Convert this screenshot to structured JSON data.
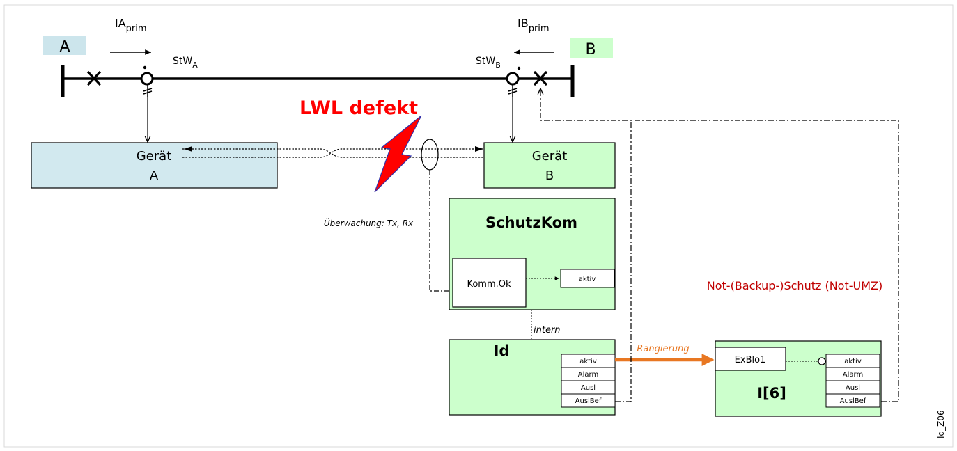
{
  "busbar": {
    "label_a": "A",
    "label_b": "B",
    "current_a_main": "IA",
    "current_a_sub": "prim",
    "current_b_main": "IB",
    "current_b_sub": "prim",
    "ct_a_main": "StW",
    "ct_a_sub": "A",
    "ct_b_main": "StW",
    "ct_b_sub": "B"
  },
  "fault_label": "LWL defekt",
  "monitoring_label": "Überwachung: Tx, Rx",
  "device_a": {
    "line1": "Gerät",
    "line2": "A"
  },
  "device_b": {
    "line1": "Gerät",
    "line2": "B"
  },
  "schutzkom": {
    "title": "SchutzKom",
    "input_label": "Komm.Ok",
    "output_label": "aktiv"
  },
  "intern_label": "intern",
  "id_block": {
    "title": "Id",
    "outputs": [
      "aktiv",
      "Alarm",
      "Ausl",
      "AuslBef"
    ]
  },
  "rangierung_label": "Rangierung",
  "backup_label": "Not-(Backup-)Schutz (Not-UMZ)",
  "i6_block": {
    "title": "I[6]",
    "input_label": "ExBlo1",
    "outputs": [
      "aktiv",
      "Alarm",
      "Ausl",
      "AuslBef"
    ]
  },
  "figure_id": "Id_Z06",
  "colors": {
    "device_a_fill": "#d2e9ef",
    "green_fill": "#ccffcc",
    "label_a_fill": "#cce5ec",
    "label_b_fill": "#ccffcc",
    "fault_text": "#ff0000",
    "bolt_fill": "#ff0000",
    "bolt_edge": "#3333aa",
    "arrow_orange": "#e87722",
    "rangierung_text": "#e87722",
    "backup_text": "#c00000"
  }
}
